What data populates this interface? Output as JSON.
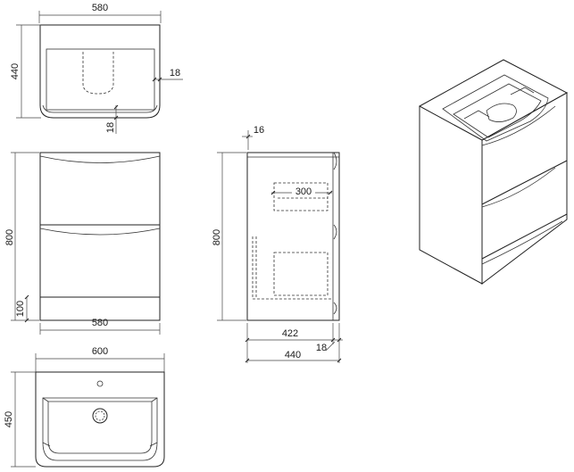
{
  "dimensions": {
    "top_view_width": "580",
    "top_view_depth": "440",
    "top_view_side_thickness": "18",
    "top_view_bottom_thickness": "18",
    "front_width": "580",
    "front_height": "800",
    "plinth_height": "100",
    "side_top_thickness": "16",
    "side_height": "800",
    "side_drawer_depth": "300",
    "side_inner_depth": "422",
    "side_panel_thickness": "18",
    "side_depth": "440",
    "basin_width": "600",
    "basin_depth": "450"
  }
}
